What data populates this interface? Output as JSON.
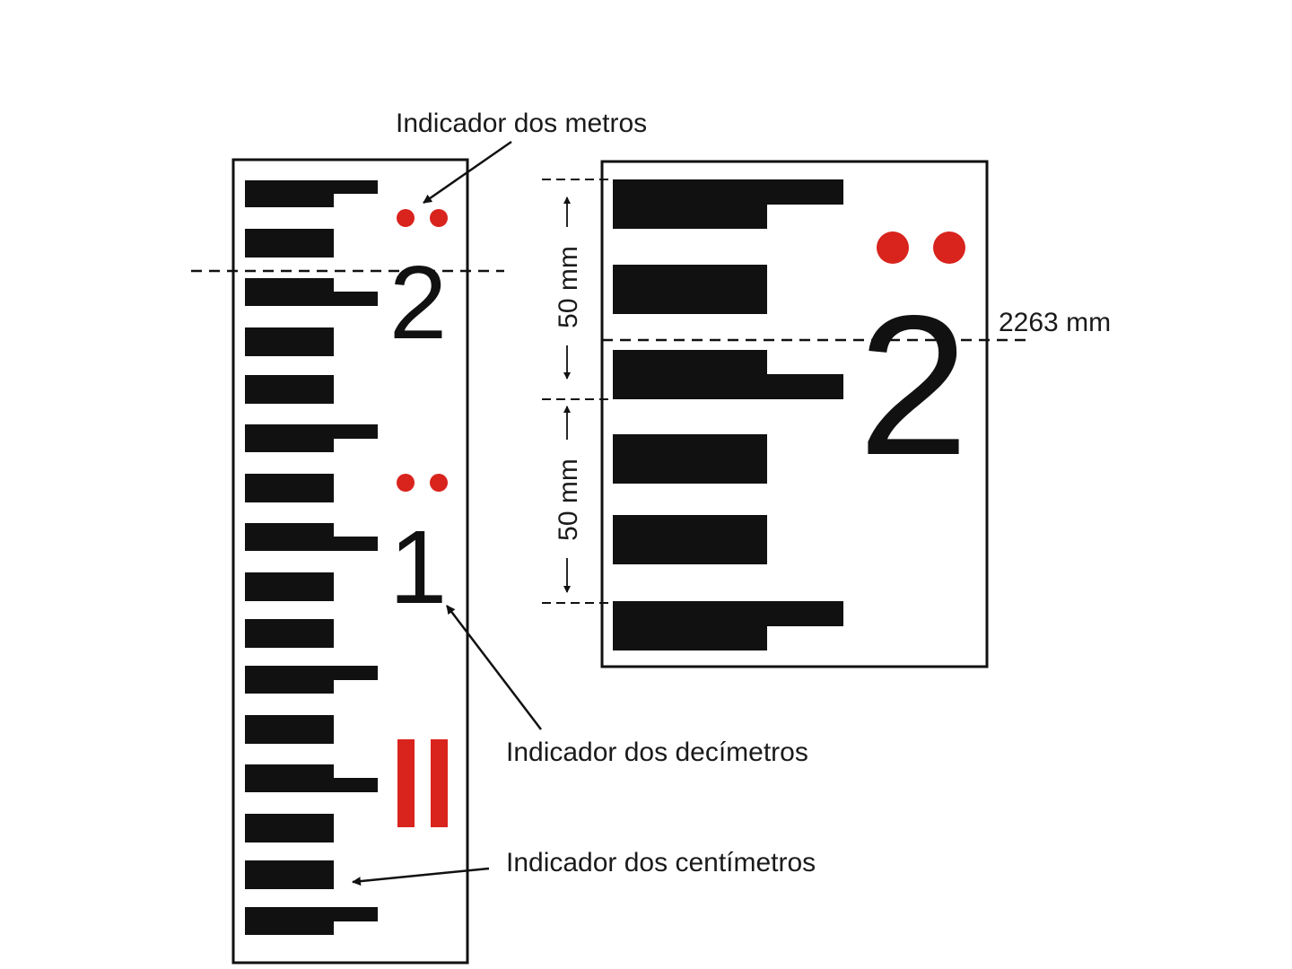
{
  "labels": {
    "meters_indicator": "Indicador dos metros",
    "decimeters_indicator": "Indicador dos decímetros",
    "centimeters_indicator": "Indicador dos centímetros",
    "reading": "2263 mm",
    "interval_upper": "50 mm",
    "interval_lower": "50 mm"
  },
  "staff": {
    "digits": [
      "2",
      "1"
    ],
    "zoom_digit": "2"
  },
  "colors": {
    "ink": "#111111",
    "marker_red": "#d9231d"
  }
}
